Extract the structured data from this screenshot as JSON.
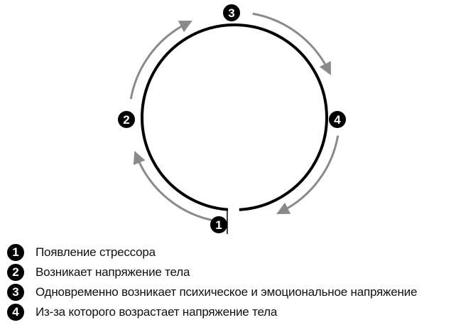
{
  "colors": {
    "circle": "#000000",
    "arrows": "#8a8a8a",
    "badge": "#000000"
  },
  "markers": [
    "1",
    "2",
    "3",
    "4"
  ],
  "legend": [
    {
      "num": "1",
      "text": "Появление стрессора"
    },
    {
      "num": "2",
      "text": "Возникает напряжение тела"
    },
    {
      "num": "3",
      "text": "Одновременно возникает психическое и эмоциональное напряжение"
    },
    {
      "num": "4",
      "text": "Из-за которого возрастает напряжение тела"
    }
  ]
}
